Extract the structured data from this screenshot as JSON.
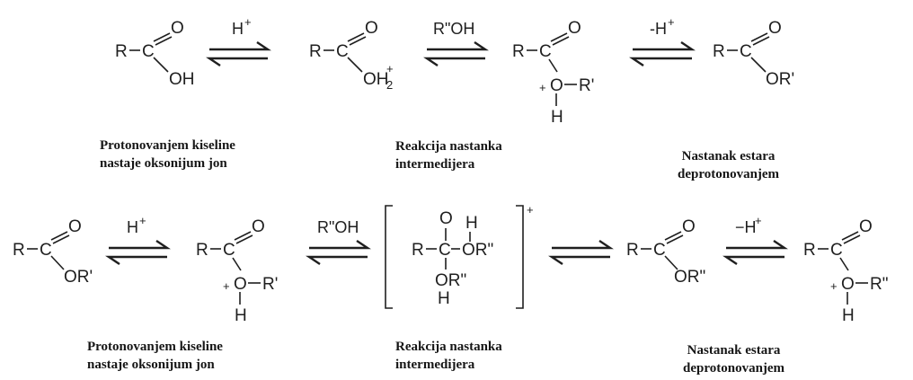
{
  "scheme1": {
    "reagents": {
      "r1": "H",
      "r1_charge": "+",
      "r2": "R\"OH",
      "r3": "-H",
      "r3_charge": "+"
    },
    "captions": [
      {
        "line1": "Protonovanjem kiseline",
        "line2": "nastaje oksonijum jon"
      },
      {
        "line1": "Reakcija nastanka",
        "line2": "intermedijera"
      },
      {
        "line1": "Nastanak estara",
        "line2": "deprotonovanjem"
      }
    ]
  },
  "scheme2": {
    "reagents": {
      "r1": "H",
      "r1_charge": "+",
      "r2": "R\"OH",
      "r4": "−H",
      "r4_charge": "+"
    },
    "captions": [
      {
        "line1": "Protonovanjem kiseline",
        "line2": "nastaje oksonijum jon"
      },
      {
        "line1": "Reakcija nastanka",
        "line2": "intermedijera"
      },
      {
        "line1": "Nastanak estara",
        "line2": "deprotonovanjem"
      }
    ]
  },
  "chem": {
    "R": "R",
    "C": "C",
    "O": "O",
    "H": "H",
    "OH": "OH",
    "OH2": "OH",
    "sub2": "2",
    "plus": "+",
    "Rp": "R'",
    "ORp": "OR'",
    "ORpp": "OR\"",
    "ORdp": "OR\"",
    "Rpp": "R\""
  }
}
